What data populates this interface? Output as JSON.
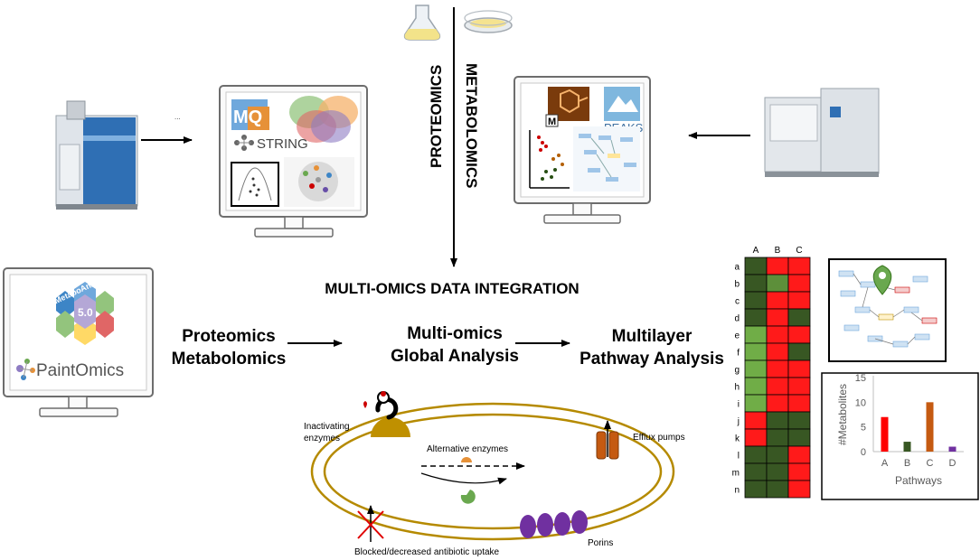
{
  "labels": {
    "proteomics_vertical": "PROTEOMICS",
    "metabolomics_vertical": "METABOLOMICS",
    "integration_title": "MULTI-OMICS DATA INTEGRATION",
    "step1_line1": "Proteomics",
    "step1_line2": "Metabolomics",
    "step2_line1": "Multi-omics",
    "step2_line2": "Global Analysis",
    "step3_line1": "Multilayer",
    "step3_line2": "Pathway Analysis",
    "small_mark": "..."
  },
  "software": {
    "string_label": "STRING",
    "peaks_label": "PEAKS",
    "m_logo": "M",
    "mq_logo": "MQ",
    "metaboanalyst_label": "MetaboAnalyst",
    "metaboanalyst_version": "5.0",
    "paintomics_label": "PaintOmics"
  },
  "cell": {
    "inactivating_line1": "Inactivating",
    "inactivating_line2": "enzymes",
    "alternative": "Alternative enzymes",
    "efflux": "Efflux pumps",
    "porins": "Porins",
    "blocked": "Blocked/decreased antibiotic uptake"
  },
  "heatmap": {
    "columns": [
      "A",
      "B",
      "C"
    ],
    "rows": [
      "a",
      "b",
      "c",
      "d",
      "e",
      "f",
      "g",
      "h",
      "i",
      "j",
      "k",
      "l",
      "m",
      "n"
    ],
    "cells": [
      [
        "dg",
        "r",
        "r"
      ],
      [
        "dg",
        "mg",
        "r"
      ],
      [
        "dg",
        "r",
        "r"
      ],
      [
        "dg",
        "r",
        "dg"
      ],
      [
        "lg",
        "r",
        "r"
      ],
      [
        "lg",
        "r",
        "dg"
      ],
      [
        "lg",
        "r",
        "r"
      ],
      [
        "lg",
        "r",
        "r"
      ],
      [
        "lg",
        "r",
        "r"
      ],
      [
        "r",
        "dg",
        "dg"
      ],
      [
        "r",
        "dg",
        "dg"
      ],
      [
        "dg",
        "dg",
        "r"
      ],
      [
        "dg",
        "dg",
        "r"
      ],
      [
        "dg",
        "dg",
        "r"
      ]
    ],
    "colors": {
      "r": "#ff1a1a",
      "dg": "#385723",
      "mg": "#5d8f3a",
      "lg": "#70ad47"
    }
  },
  "chart_data": {
    "type": "bar",
    "categories": [
      "A",
      "B",
      "C",
      "D"
    ],
    "values": [
      7,
      2,
      10,
      1
    ],
    "colors": [
      "#ff0000",
      "#385723",
      "#c55a11",
      "#7030a0"
    ],
    "ylabel": "#Metabolites",
    "xlabel": "Pathways",
    "ylim": [
      0,
      15
    ],
    "yticks": [
      0,
      5,
      10,
      15
    ]
  }
}
